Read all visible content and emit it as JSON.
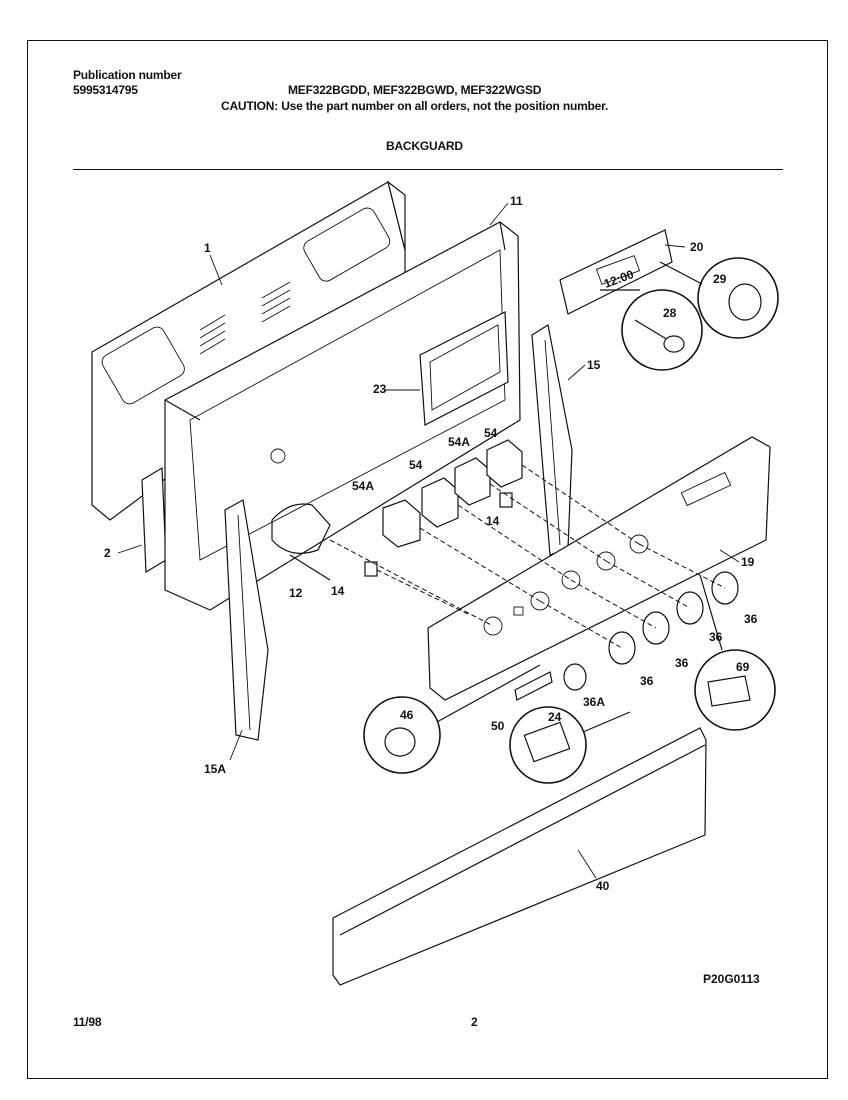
{
  "header": {
    "pub_label": "Publication number",
    "pub_number": "5995314795",
    "models": "MEF322BGDD, MEF322BGWD, MEF322WGSD",
    "caution": "CAUTION:  Use the part number on all orders, not the position number.",
    "section": "BACKGUARD"
  },
  "diagram": {
    "callouts": {
      "c1": "1",
      "c2": "2",
      "c11": "11",
      "c12": "12",
      "c14a": "14",
      "c14b": "14",
      "c15": "15",
      "c15a": "15A",
      "c19": "19",
      "c20": "20",
      "c23": "23",
      "c24": "24",
      "c28": "28",
      "c29": "29",
      "c36a": "36",
      "c36b": "36",
      "c36c": "36",
      "c36d": "36",
      "c36e": "36A",
      "c40": "40",
      "c46": "46",
      "c50": "50",
      "c54a": "54",
      "c54b": "54",
      "c54c": "54A",
      "c54d": "54A",
      "c69": "69"
    },
    "clock_display": "12:00",
    "drawing_code": "P20G0113"
  },
  "footer": {
    "date": "11/98",
    "page": "2"
  }
}
